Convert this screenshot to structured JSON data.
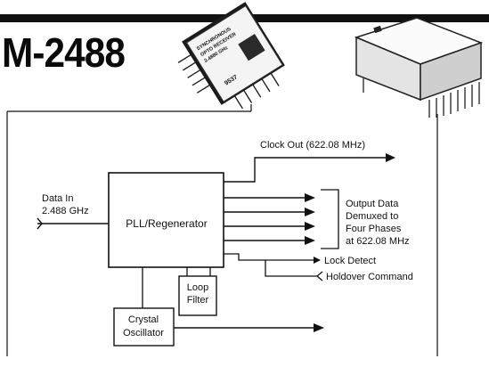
{
  "product": {
    "model": "M-2488",
    "chip_marking": [
      "SYNCHRONOUS",
      "OPTO RECEIVER",
      "2.4880 GHz",
      "9537"
    ]
  },
  "diagram": {
    "blocks": {
      "pll": "PLL/Regenerator",
      "loop_filter": [
        "Loop",
        "Filter"
      ],
      "crystal": [
        "Crystal",
        "Oscillator"
      ]
    },
    "input": [
      "Data In",
      "2.488 GHz"
    ],
    "outputs": {
      "clock_out": "Clock Out (622.08 MHz)",
      "data_out": [
        "Output Data",
        "Demuxed to",
        "Four Phases",
        "at 622.08 MHz"
      ],
      "lock_detect": "Lock Detect",
      "holdover": "Holdover Command"
    }
  },
  "colors": {
    "ink": "#111111",
    "chip_top": "#f2f2f2",
    "chip_pad": "#2a2a2a"
  }
}
